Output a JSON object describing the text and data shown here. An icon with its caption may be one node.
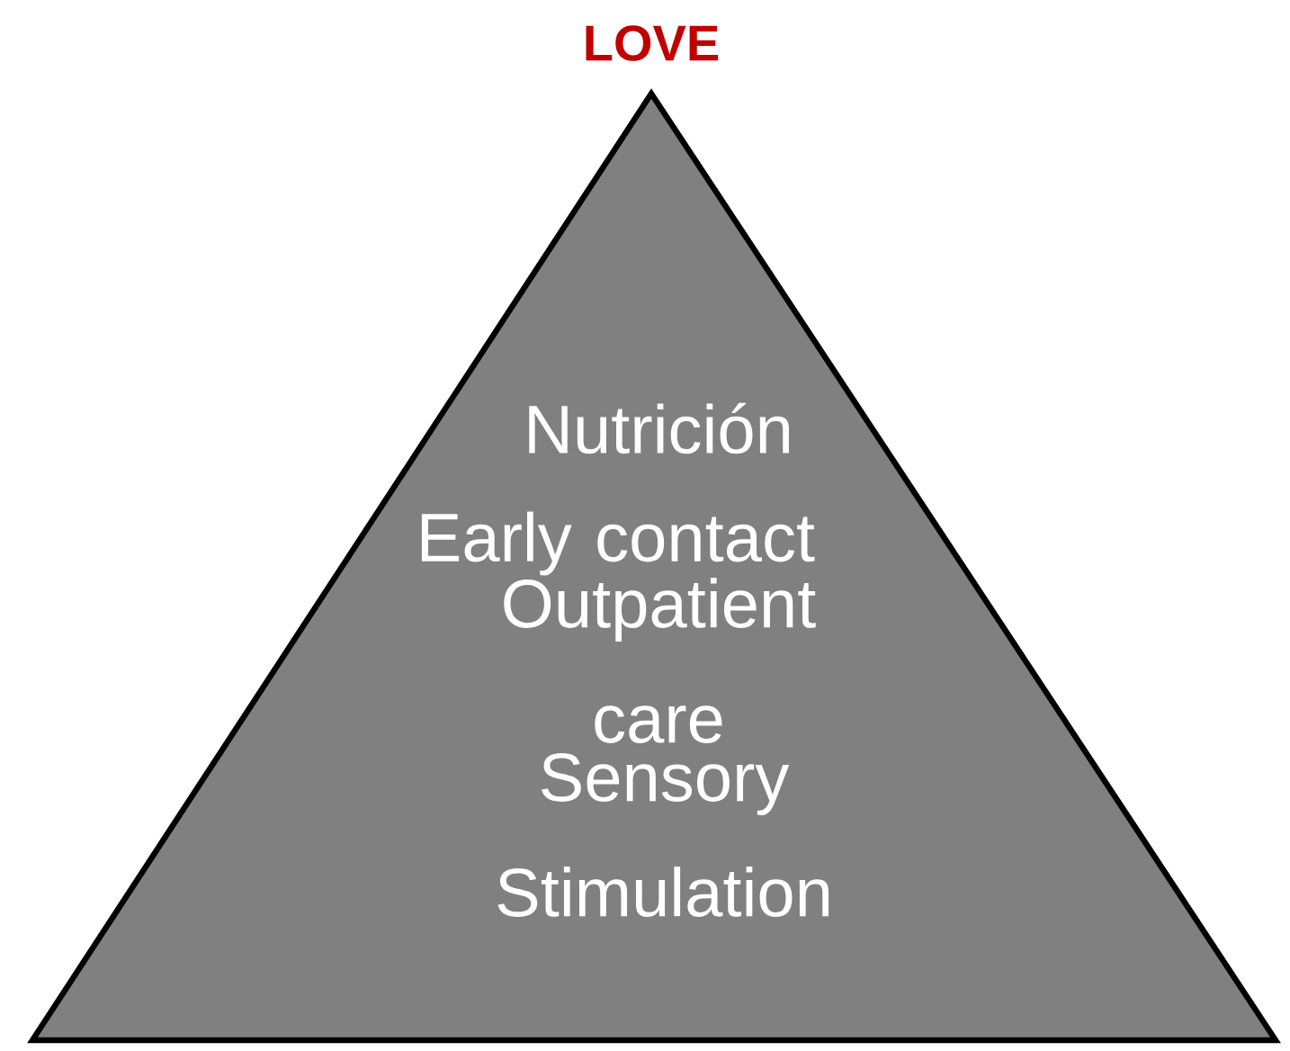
{
  "diagram": {
    "nodes": [
      {
        "text": [
          "LOVE",
          "Nutrición",
          "Early contact",
          "Outpatient care",
          "Sensory Stimulation"
        ]
      }
    ]
  }
}
